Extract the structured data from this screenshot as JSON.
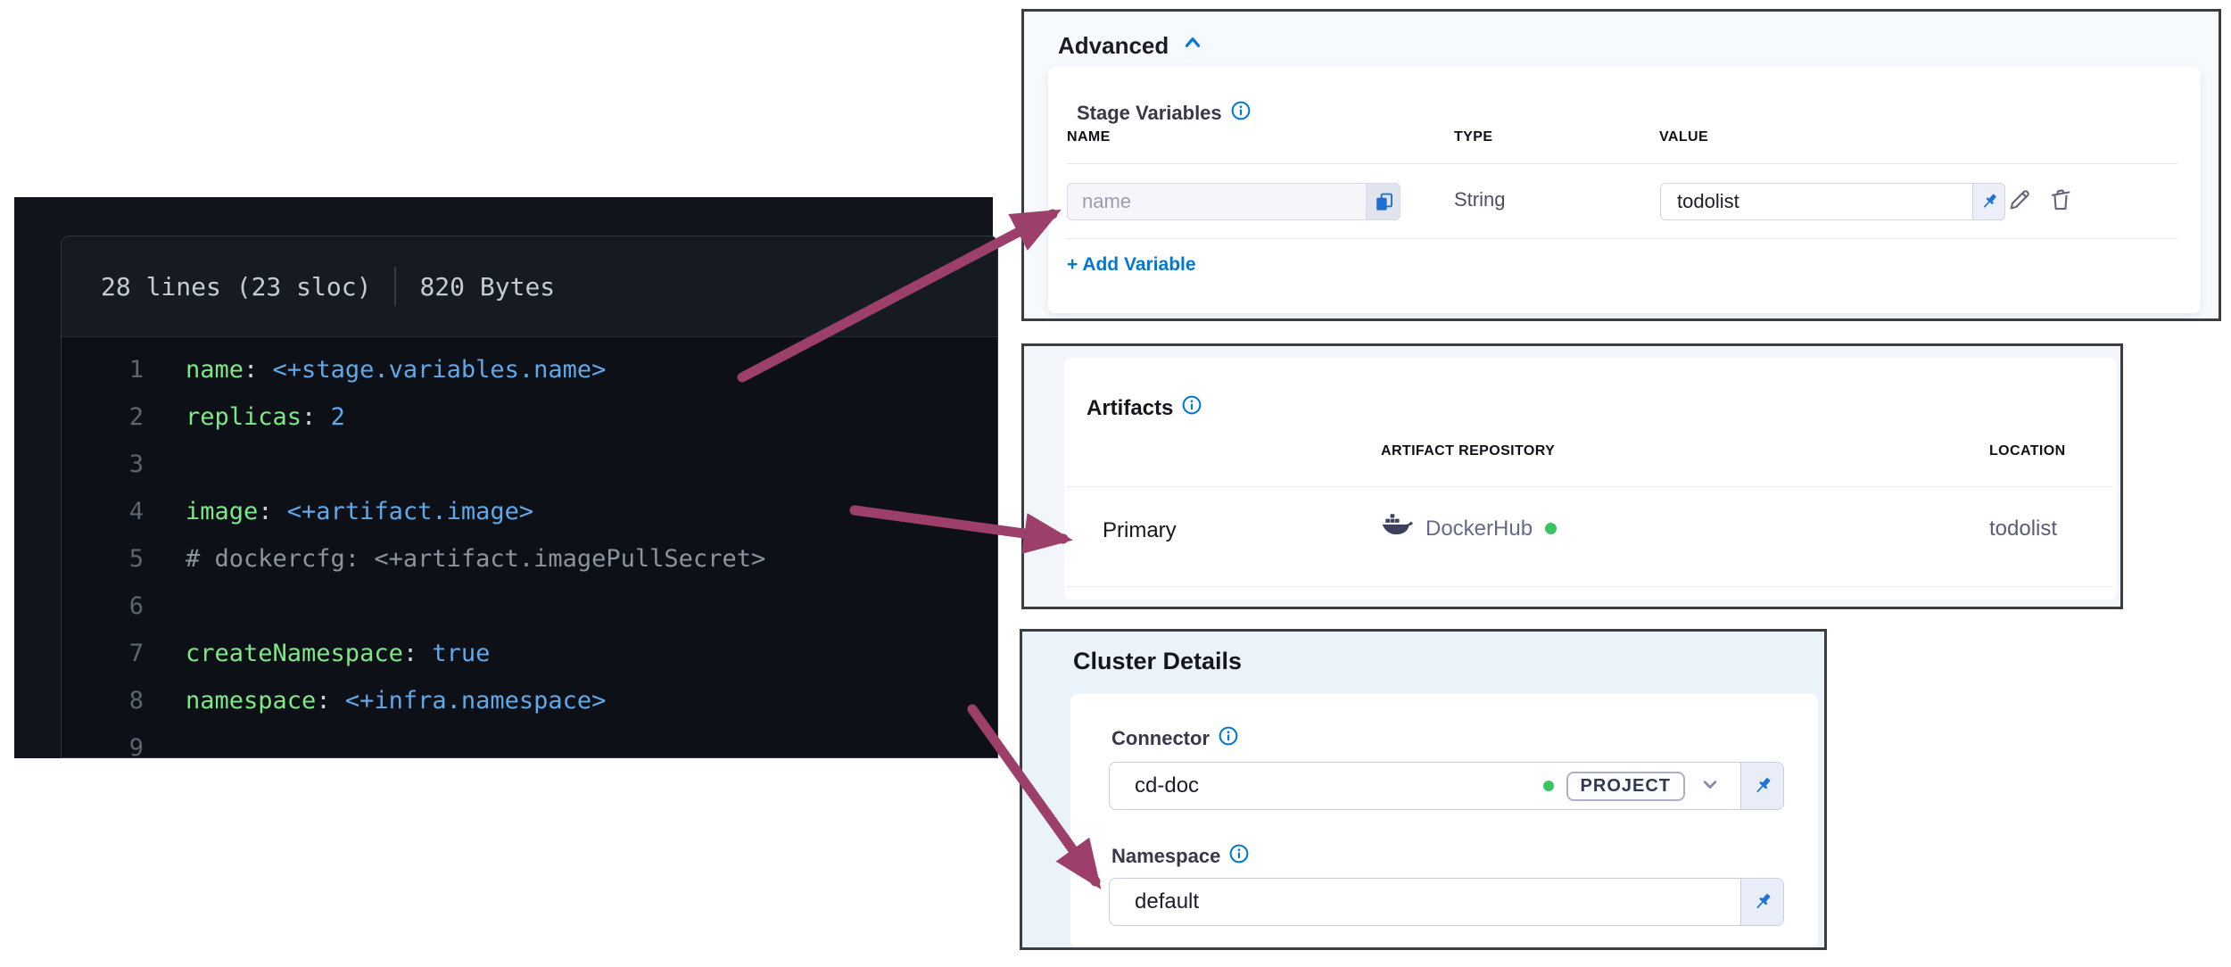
{
  "colors": {
    "accent_blue": "#0278d5",
    "arrow_magenta": "#9c3f6b",
    "code_key_green": "#7ee787",
    "code_value_blue": "#61a8e8",
    "code_comment_grey": "#8b949e",
    "status_green": "#3bc464"
  },
  "icons": {
    "info": "circle-i",
    "chevron_up": "caret-up",
    "chevron_down": "caret-down",
    "copy": "duplicate-squares",
    "pin": "thumbtack",
    "pencil": "edit-pencil",
    "trash": "trash-can",
    "docker_whale": "docker-whale"
  },
  "code_panel": {
    "meta": {
      "lines": "28 lines (23 sloc)",
      "bytes": "820 Bytes"
    },
    "lines": [
      {
        "n": "1",
        "segs": [
          [
            "k",
            "name"
          ],
          [
            "p",
            ": "
          ],
          [
            "v",
            "<+stage.variables.name>"
          ]
        ]
      },
      {
        "n": "2",
        "segs": [
          [
            "k",
            "replicas"
          ],
          [
            "p",
            ": "
          ],
          [
            "v",
            "2"
          ]
        ]
      },
      {
        "n": "3",
        "segs": []
      },
      {
        "n": "4",
        "segs": [
          [
            "k",
            "image"
          ],
          [
            "p",
            ": "
          ],
          [
            "v",
            "<+artifact.image>"
          ]
        ]
      },
      {
        "n": "5",
        "segs": [
          [
            "c",
            "# dockercfg: <+artifact.imagePullSecret>"
          ]
        ]
      },
      {
        "n": "6",
        "segs": []
      },
      {
        "n": "7",
        "segs": [
          [
            "k",
            "createNamespace"
          ],
          [
            "p",
            ": "
          ],
          [
            "v",
            "true"
          ]
        ]
      },
      {
        "n": "8",
        "segs": [
          [
            "k",
            "namespace"
          ],
          [
            "p",
            ": "
          ],
          [
            "v",
            "<+infra.namespace>"
          ]
        ]
      },
      {
        "n": "9",
        "segs": []
      }
    ]
  },
  "advanced": {
    "title": "Advanced",
    "section_label": "Stage Variables",
    "columns": [
      "NAME",
      "TYPE",
      "VALUE"
    ],
    "row": {
      "name_placeholder": "name",
      "type": "String",
      "value": "todolist"
    },
    "add_label": "+ Add Variable"
  },
  "artifacts": {
    "title": "Artifacts",
    "columns": [
      "ARTIFACT REPOSITORY",
      "LOCATION"
    ],
    "row": {
      "label": "Primary",
      "repository": "DockerHub",
      "location": "todolist"
    }
  },
  "cluster": {
    "title": "Cluster Details",
    "connector_label": "Connector",
    "connector_value": "cd-doc",
    "connector_scope": "PROJECT",
    "namespace_label": "Namespace",
    "namespace_value": "default"
  }
}
